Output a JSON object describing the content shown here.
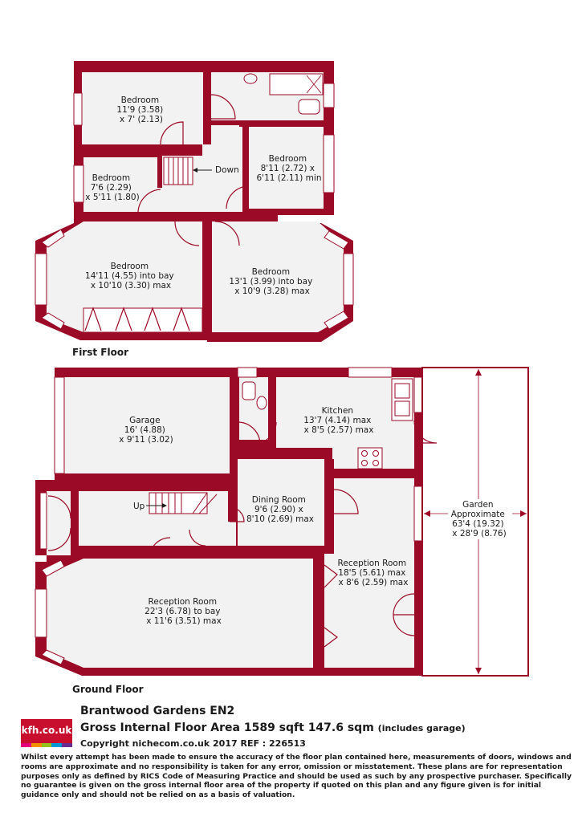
{
  "floors": {
    "first": "First Floor",
    "ground": "Ground Floor"
  },
  "rooms": {
    "bed1": [
      "Bedroom",
      "11'9 (3.58)",
      "x 7' (2.13)"
    ],
    "bed2": [
      "Bedroom",
      "8'11 (2.72) x",
      "6'11 (2.11) min"
    ],
    "bed3": [
      "Bedroom",
      "7'6 (2.29)",
      "x 5'11 (1.80)"
    ],
    "bed4": [
      "Bedroom",
      "14'11 (4.55) into bay",
      "x 10'10 (3.30) max"
    ],
    "bed5": [
      "Bedroom",
      "13'1 (3.99) into bay",
      "x 10'9 (3.28) max"
    ],
    "down": "Down",
    "garage": [
      "Garage",
      "16' (4.88)",
      "x 9'11 (3.02)"
    ],
    "kitchen": [
      "Kitchen",
      "13'7 (4.14) max",
      "x 8'5 (2.57) max"
    ],
    "dining": [
      "Dining Room",
      "9'6 (2.90) x",
      "8'10 (2.69) max"
    ],
    "up": "Up",
    "reception_right": [
      "Reception Room",
      "18'5 (5.61) max",
      "x 8'6 (2.59) max"
    ],
    "reception_main": [
      "Reception Room",
      "22'3 (6.78) to bay",
      "x 11'6 (3.51) max"
    ],
    "garden": [
      "Garden",
      "Approximate",
      "63'4 (19.32)",
      "x 28'9 (8.76)"
    ]
  },
  "footer": {
    "logo": "kfh.co.uk",
    "address": "Brantwood Gardens  EN2",
    "area": "Gross Internal Floor Area 1589 sqft 147.6 sqm",
    "area_note": "(includes garage)",
    "copyright": "Copyright nichecom.co.uk 2017 REF : 226513",
    "disclaimer": "Whilst every attempt has been made to ensure the accuracy of the floor plan contained here, measurements of doors, windows and rooms are approximate and no responsibility is taken for any error, omission or misstatement.  These plans are for representation purposes only as defined by RICS Code of Measuring Practice and should be used as such by any prospective purchaser.  Specifically no guarantee is given on the gross internal floor area of the property if quoted on this plan and any figure given is for initial guidance only and should not be relied on as a basis of valuation."
  },
  "colors": {
    "wall": "#9b0a26",
    "floor": "#f2f2f2",
    "logo_bars": [
      "#e2007a",
      "#f39200",
      "#95c11f",
      "#0098d4",
      "#6a2c91"
    ]
  }
}
